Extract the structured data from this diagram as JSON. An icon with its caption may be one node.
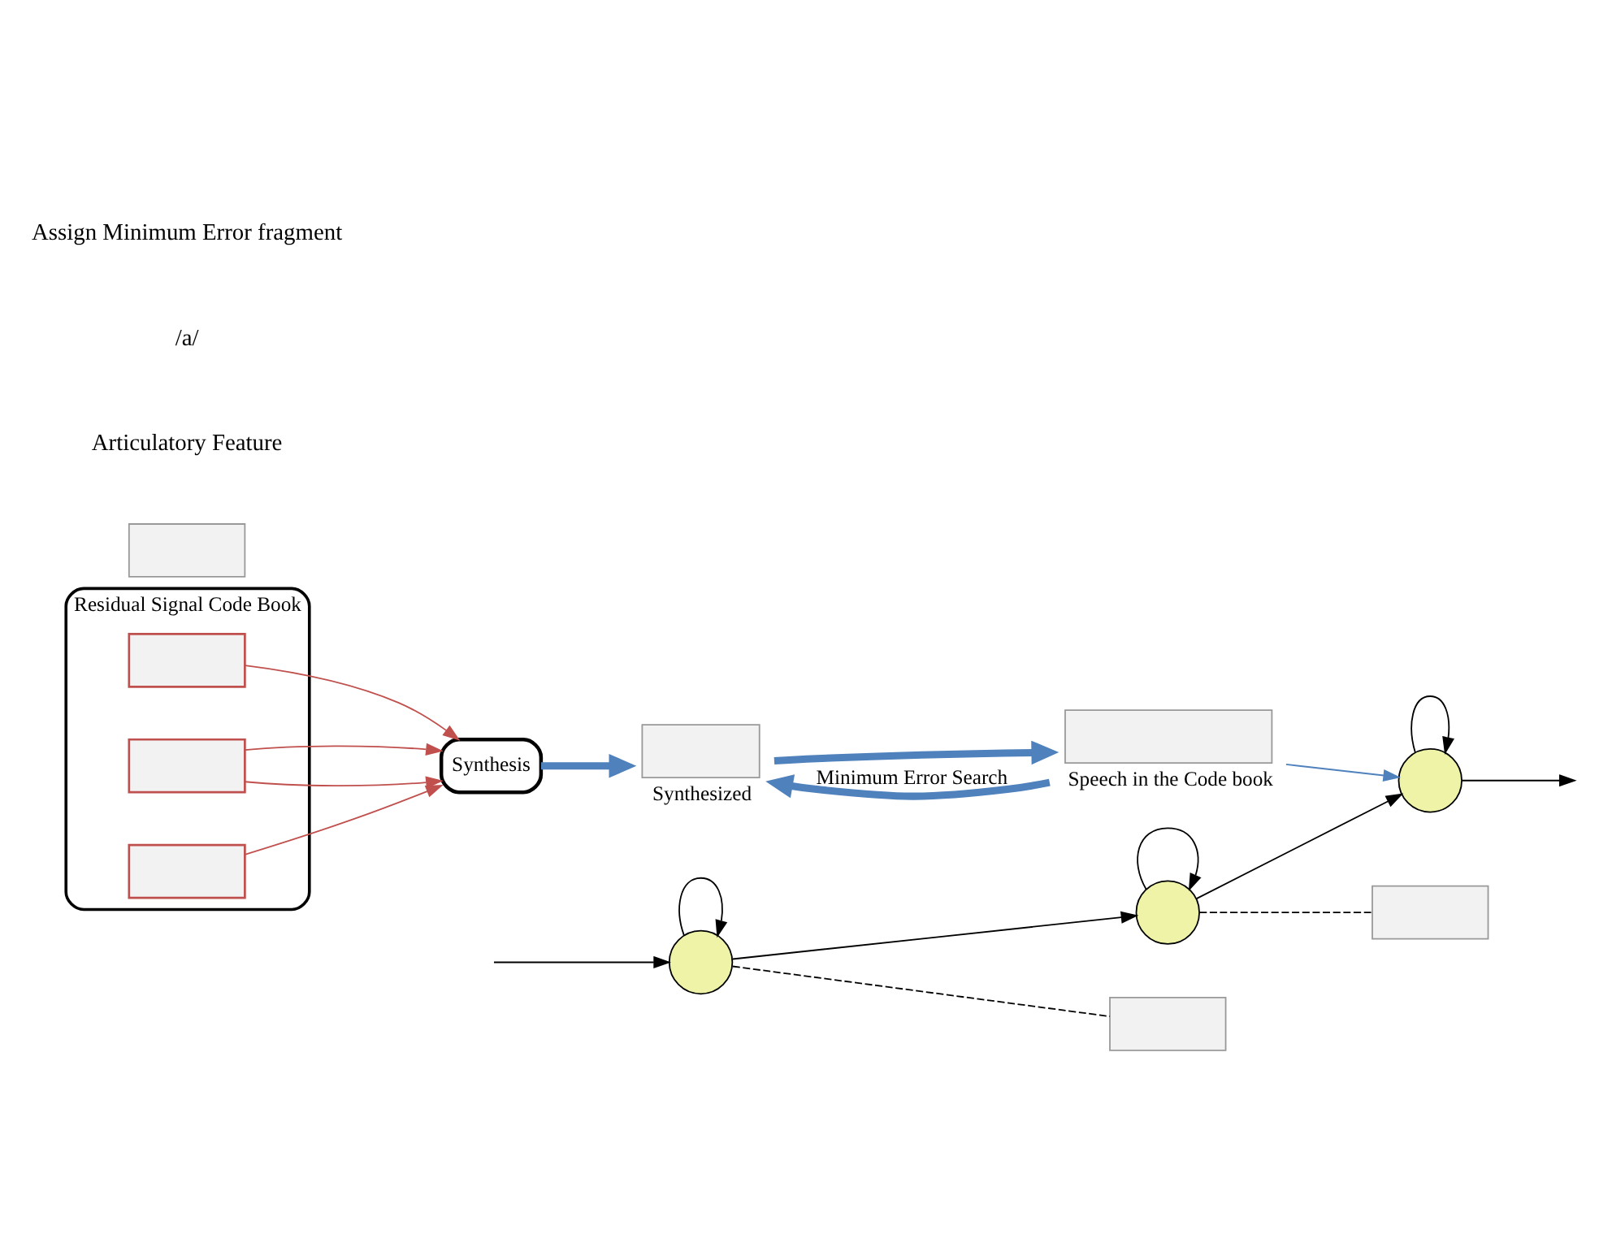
{
  "diagram": {
    "nodes": [
      {
        "text": [
          "Residual Signal Code Book"
        ]
      },
      {
        "text": [],
        "shape": "box",
        "in": 0
      },
      {
        "text": [],
        "shape": "box",
        "in": 0
      },
      {
        "text": [],
        "shape": "box",
        "in": 0
      },
      {
        "text": [
          "Synthesis"
        ]
      },
      {
        "text": [],
        "shape": "box",
        "beside": [
          "Synthesized"
        ]
      },
      {
        "text": [],
        "shape": "box",
        "beside": [
          "Speech in the Code book"
        ]
      },
      {
        "text": [],
        "shape": "circle"
      },
      {
        "text": [],
        "shape": "circle"
      },
      {
        "text": [],
        "shape": "circle"
      },
      {
        "text": [],
        "shape": "box"
      },
      {
        "text": [],
        "shape": "box"
      },
      {
        "text": [],
        "shape": "box"
      }
    ],
    "edges": [
      {
        "from": 1,
        "to": 4,
        "arrow": "to",
        "color": "#c0504d"
      },
      {
        "from": 2,
        "to": 4,
        "arrow": "to",
        "color": "#c0504d"
      },
      {
        "from": 2,
        "to": 4,
        "arrow": "to",
        "color": "#c0504d"
      },
      {
        "from": 3,
        "to": 4,
        "arrow": "to",
        "color": "#c0504d"
      },
      {
        "from": 4,
        "to": 5,
        "arrow": "to",
        "style": "thick",
        "color": "#4f81bd"
      },
      {
        "from": 5,
        "to": 6,
        "arrow": "to",
        "style": "thick",
        "color": "#4f81bd"
      },
      {
        "from": 6,
        "to": 5,
        "arrow": "to",
        "style": "thick",
        "color": "#4f81bd",
        "label": "Minimum Error Search"
      },
      {
        "from": 6,
        "to": 9,
        "arrow": "to",
        "color": "#4f81bd"
      },
      {
        "from": null,
        "to": 7,
        "arrow": "to"
      },
      {
        "from": 7,
        "to": 7,
        "arrow": "to"
      },
      {
        "from": 7,
        "to": 8,
        "arrow": "to"
      },
      {
        "from": 8,
        "to": 8,
        "arrow": "to"
      },
      {
        "from": 8,
        "to": 9,
        "arrow": "to"
      },
      {
        "from": 9,
        "to": 9,
        "arrow": "to"
      },
      {
        "from": 9,
        "to": null,
        "arrow": "to"
      },
      {
        "from": 7,
        "to": 10,
        "arrow": "none",
        "style": "dashed"
      },
      {
        "from": 8,
        "to": 12,
        "arrow": "none",
        "style": "dashed"
      }
    ],
    "labels": [
      "Articulatory Feature",
      "/a/",
      "Assign Minimum Error fragment"
    ]
  }
}
